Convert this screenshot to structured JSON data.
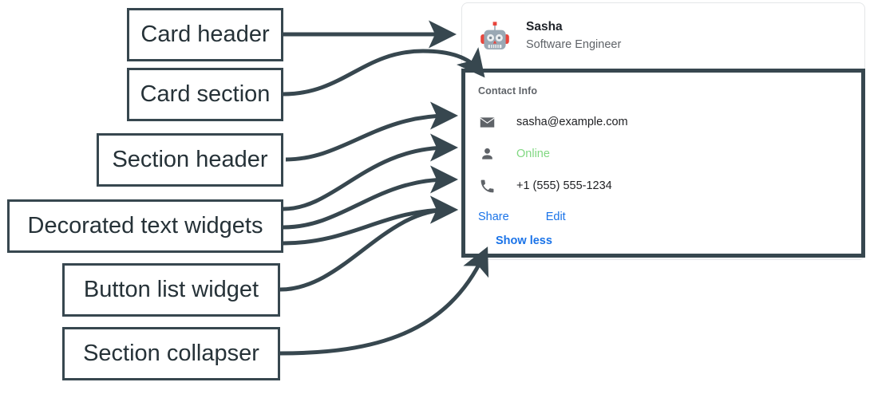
{
  "annotations": [
    {
      "id": "card-header",
      "label": "Card header"
    },
    {
      "id": "card-section",
      "label": "Card section"
    },
    {
      "id": "section-header",
      "label": "Section header"
    },
    {
      "id": "decorated-text",
      "label": "Decorated text widgets"
    },
    {
      "id": "button-list",
      "label": "Button list widget"
    },
    {
      "id": "section-collapser",
      "label": "Section collapser"
    }
  ],
  "card": {
    "header": {
      "avatar_icon": "robot-avatar-icon",
      "title": "Sasha",
      "subtitle": "Software Engineer"
    },
    "section": {
      "title": "Contact Info",
      "rows": [
        {
          "icon": "email-icon",
          "text": "sasha@example.com",
          "color": "#202124"
        },
        {
          "icon": "person-icon",
          "text": "Online",
          "color": "#81d882"
        },
        {
          "icon": "phone-icon",
          "text": "+1 (555) 555-1234",
          "color": "#202124"
        }
      ],
      "buttons": [
        {
          "label": "Share"
        },
        {
          "label": "Edit"
        }
      ],
      "collapser": {
        "label": "Show less"
      }
    }
  },
  "colors": {
    "annotation_stroke": "#37474f",
    "link_blue": "#1a73e8",
    "status_green": "#81d882",
    "muted_text": "#5f6368",
    "card_border": "#e4e6e8"
  }
}
